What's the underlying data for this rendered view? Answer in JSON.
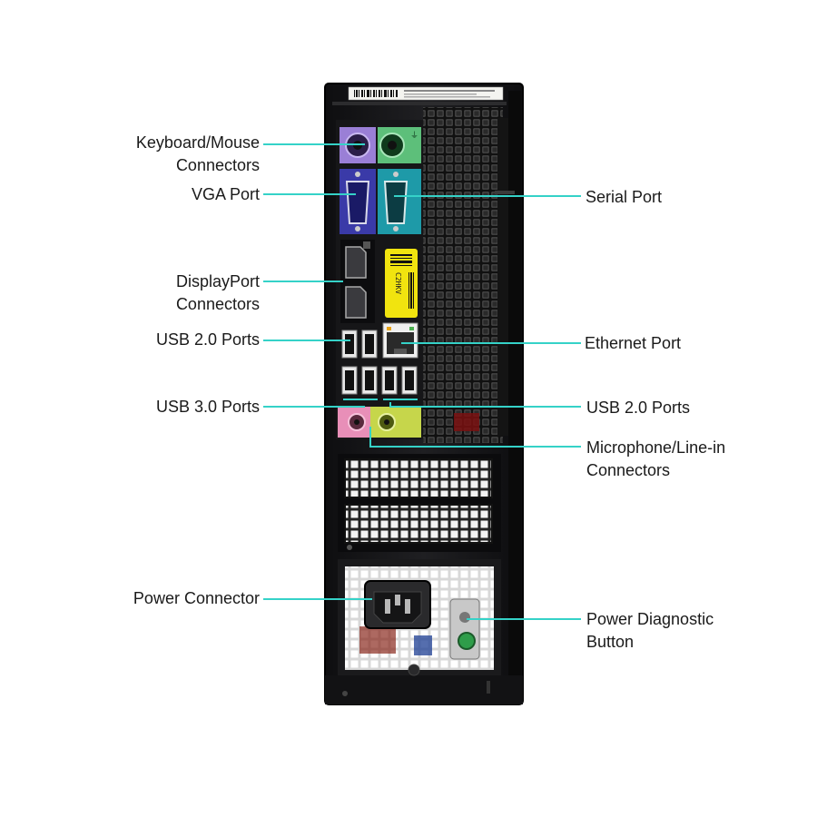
{
  "callouts": {
    "keyboard_mouse": {
      "line1": "Keyboard/Mouse",
      "line2": "Connectors"
    },
    "vga": "VGA Port",
    "displayport": {
      "line1": "DisplayPort",
      "line2": "Connectors"
    },
    "usb2_left": "USB 2.0 Ports",
    "usb3": "USB 3.0 Ports",
    "power_connector": "Power Connector",
    "serial": "Serial Port",
    "ethernet": "Ethernet Port",
    "usb2_right": "USB 2.0 Ports",
    "mic_line_in": {
      "line1": "Microphone/Line-in",
      "line2": "Connectors"
    },
    "power_diagnostic": {
      "line1": "Power Diagnostic",
      "line2": "Button"
    }
  },
  "case_sticker_text": "C2HKV",
  "colors": {
    "leader_line": "#35d2c8",
    "chassis": "#1b1b1d",
    "ps2_keyboard": "#9a7fd6",
    "ps2_mouse": "#5dbf7a",
    "vga": "#3a3aa8",
    "serial_port": "#1e9aa8",
    "audio_mic": "#e88fb8",
    "audio_line": "#c6d64b",
    "sticker": "#f1e40f"
  }
}
